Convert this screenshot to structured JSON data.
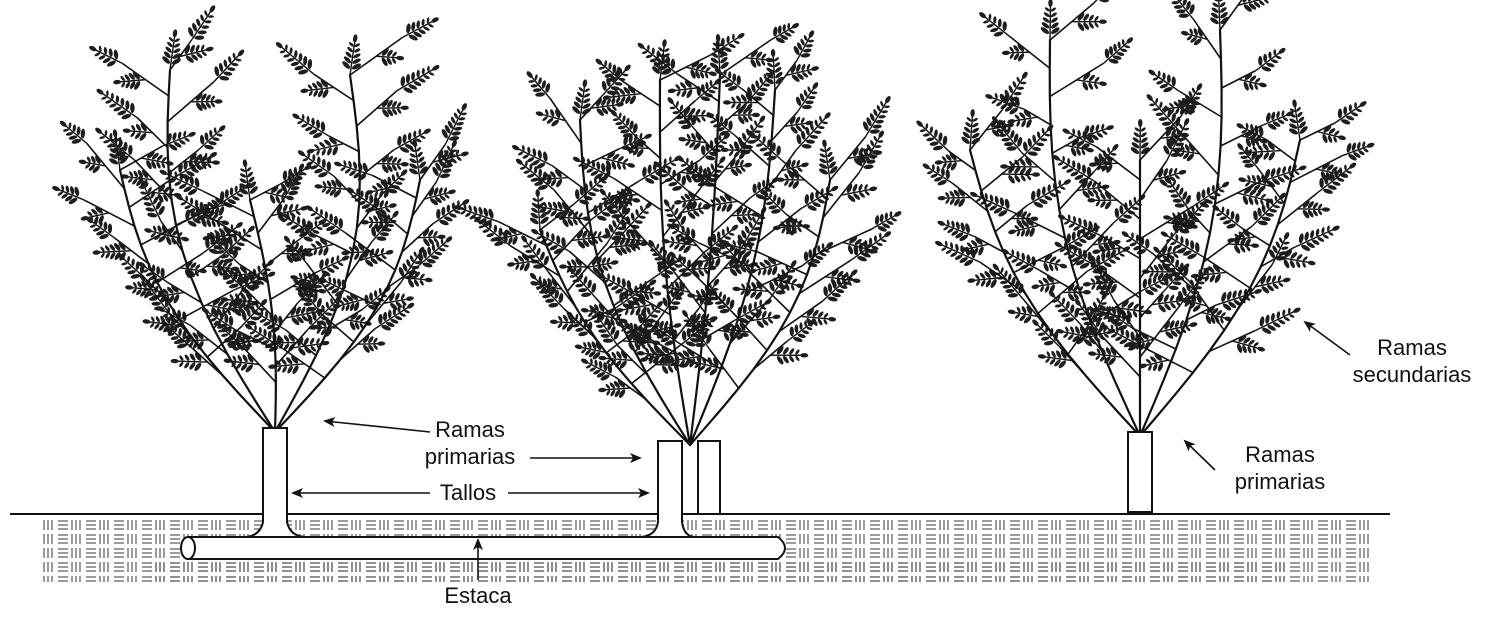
{
  "labels": {
    "ramas_primarias_center": [
      "Ramas",
      "primarias"
    ],
    "tallos": "Tallos",
    "estaca": "Estaca",
    "ramas_secundarias": [
      "Ramas",
      "secundarias"
    ],
    "ramas_primarias_right": [
      "Ramas",
      "primarias"
    ]
  },
  "colors": {
    "ink": "#111111",
    "paper": "#ffffff"
  },
  "plants": [
    {
      "name": "left-plant",
      "stems": 1
    },
    {
      "name": "center-plant",
      "stems": 2
    },
    {
      "name": "right-plant",
      "stems": 1
    }
  ]
}
